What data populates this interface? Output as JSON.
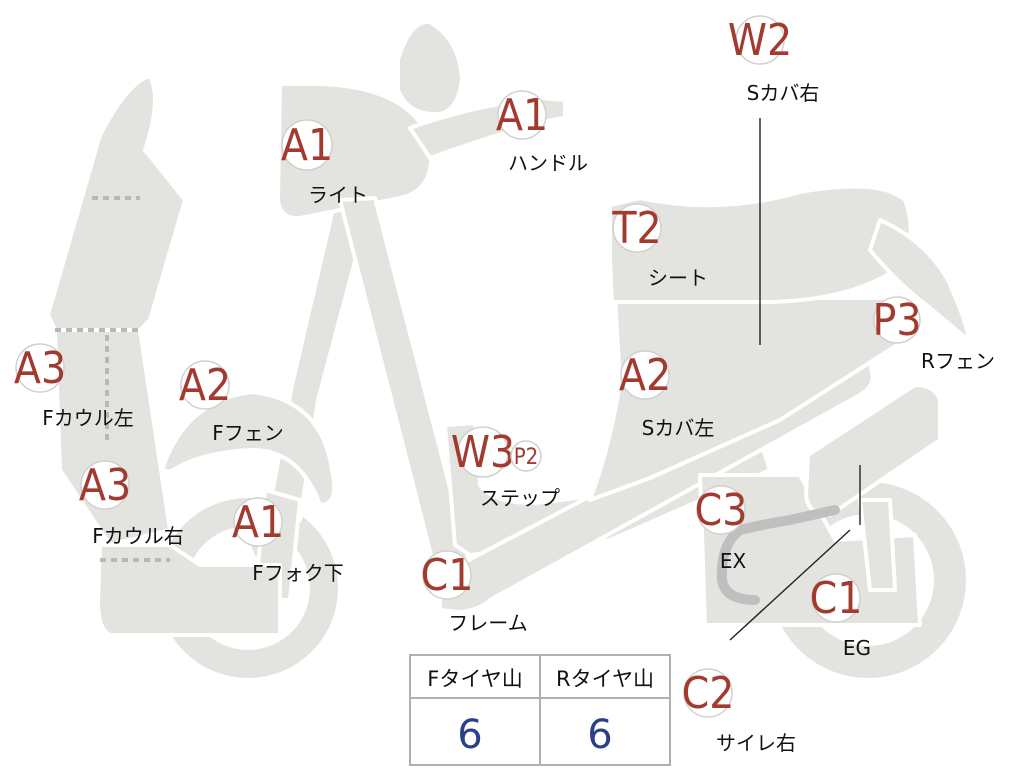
{
  "colors": {
    "code": "#a33a30",
    "value": "#2d3f86",
    "silhouette": "#e3e3df"
  },
  "parts": [
    {
      "id": "handle",
      "code": "A1",
      "label": "ハンドル"
    },
    {
      "id": "light",
      "code": "A1",
      "label": "ライト"
    },
    {
      "id": "s-cover-right",
      "code": "W2",
      "label": "Sカバ右"
    },
    {
      "id": "seat",
      "code": "T2",
      "label": "シート"
    },
    {
      "id": "r-fender",
      "code": "P3",
      "label": "Rフェン"
    },
    {
      "id": "f-cowl-left",
      "code": "A3",
      "label": "Fカウル左"
    },
    {
      "id": "f-fender",
      "code": "A2",
      "label": "Fフェン"
    },
    {
      "id": "s-cover-left",
      "code": "A2",
      "label": "Sカバ左"
    },
    {
      "id": "step",
      "code": "W3",
      "code2": "P2",
      "label": "ステップ"
    },
    {
      "id": "f-cowl-right",
      "code": "A3",
      "label": "Fカウル右"
    },
    {
      "id": "f-fork-lower",
      "code": "A1",
      "label": "Fフォク下"
    },
    {
      "id": "exhaust",
      "code": "C3",
      "label": "EX"
    },
    {
      "id": "frame",
      "code": "C1",
      "label": "フレーム"
    },
    {
      "id": "engine",
      "code": "C1",
      "label": "EG"
    },
    {
      "id": "silencer-right",
      "code": "C2",
      "label": "サイレ右"
    }
  ],
  "tire_table": {
    "headers": [
      "Fタイヤ山",
      "Rタイヤ山"
    ],
    "values": [
      "6",
      "6"
    ]
  }
}
